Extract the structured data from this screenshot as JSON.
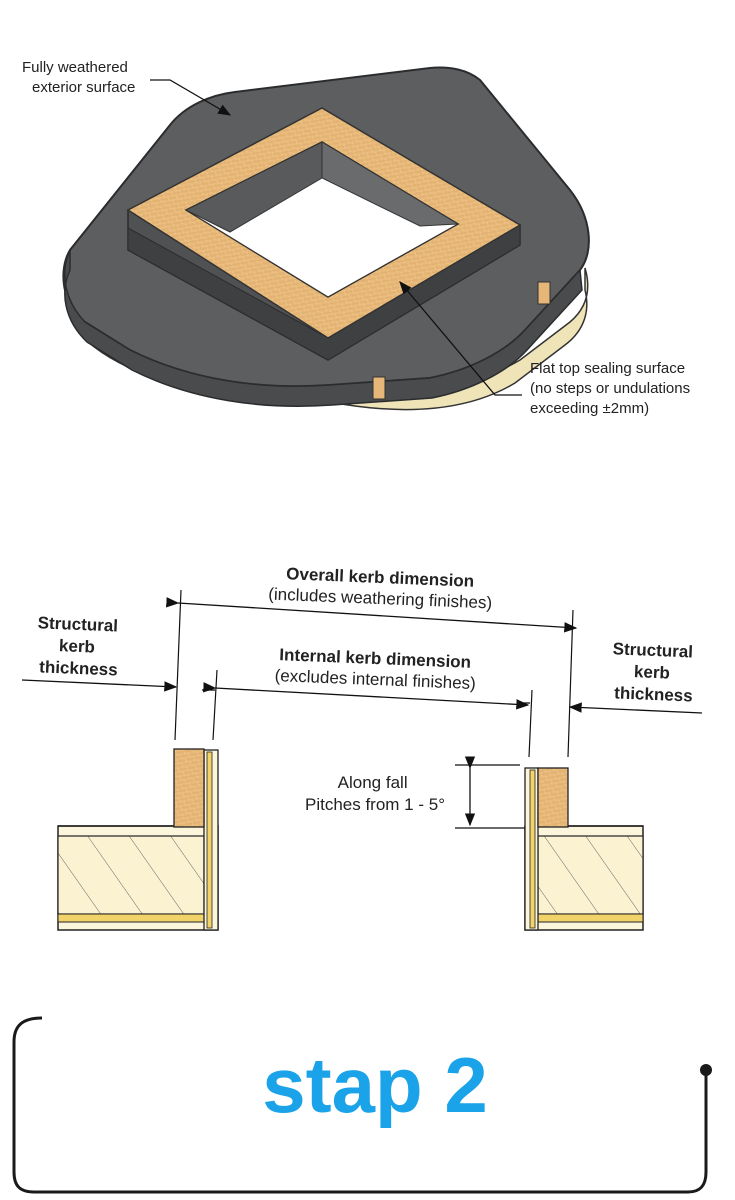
{
  "iso": {
    "label_weathered": [
      "Fully weathered",
      "exterior surface"
    ],
    "label_sealing": [
      "Flat top sealing surface",
      "(no steps or undulations",
      "exceeding ±2mm)"
    ]
  },
  "section": {
    "overall_title": "Overall kerb dimension",
    "overall_sub": "(includes weathering finishes)",
    "internal_title": "Internal kerb dimension",
    "internal_sub": "(excludes internal finishes)",
    "left_label": [
      "Structural",
      "kerb",
      "thickness"
    ],
    "right_label": [
      "Structural",
      "kerb",
      "thickness"
    ],
    "fall_label": [
      "Along fall",
      "Pitches from 1 - 5°"
    ]
  },
  "footer": {
    "step_text": "stap 2"
  },
  "colors": {
    "roof_grey": "#5d5e60",
    "roof_edge": "#3c3d3f",
    "timber": "#e6b778",
    "accent_blue": "#1aa3e8"
  }
}
